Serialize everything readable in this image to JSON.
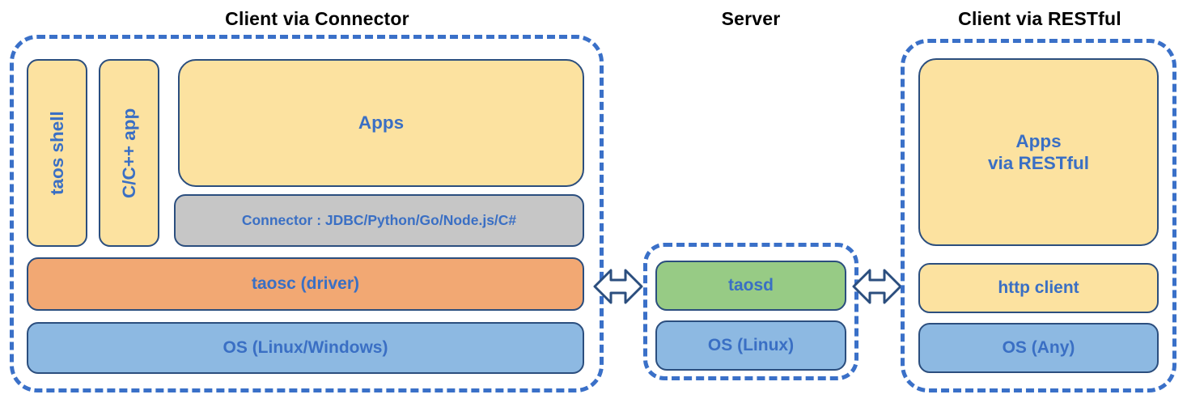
{
  "diagram": {
    "title_left": "Client via Connector",
    "title_middle": "Server",
    "title_right": "Client via RESTful",
    "colors": {
      "yellow": "#FCE2A0",
      "orange": "#F2A873",
      "blue": "#8DB9E2",
      "green": "#97CB85",
      "gray": "#C6C6C6",
      "dashed_border": "#3A70C8",
      "box_border": "#2B4E7E",
      "box_text": "#3A6FC4",
      "title_text": "#000000"
    }
  },
  "client_connector": {
    "taos_shell": "taos shell",
    "c_cpp_app": "C/C++ app",
    "apps": "Apps",
    "connector": "Connector : JDBC/Python/Go/Node.js/C#",
    "taosc_driver": "taosc (driver)",
    "os": "OS (Linux/Windows)"
  },
  "server": {
    "taosd": "taosd",
    "os": "OS (Linux)"
  },
  "client_restful": {
    "apps_line1": "Apps",
    "apps_line2": "via RESTful",
    "http_client": "http client",
    "os": "OS (Any)"
  },
  "arrows": {
    "left_arrow": "double-headed-arrow",
    "right_arrow": "double-headed-arrow"
  }
}
